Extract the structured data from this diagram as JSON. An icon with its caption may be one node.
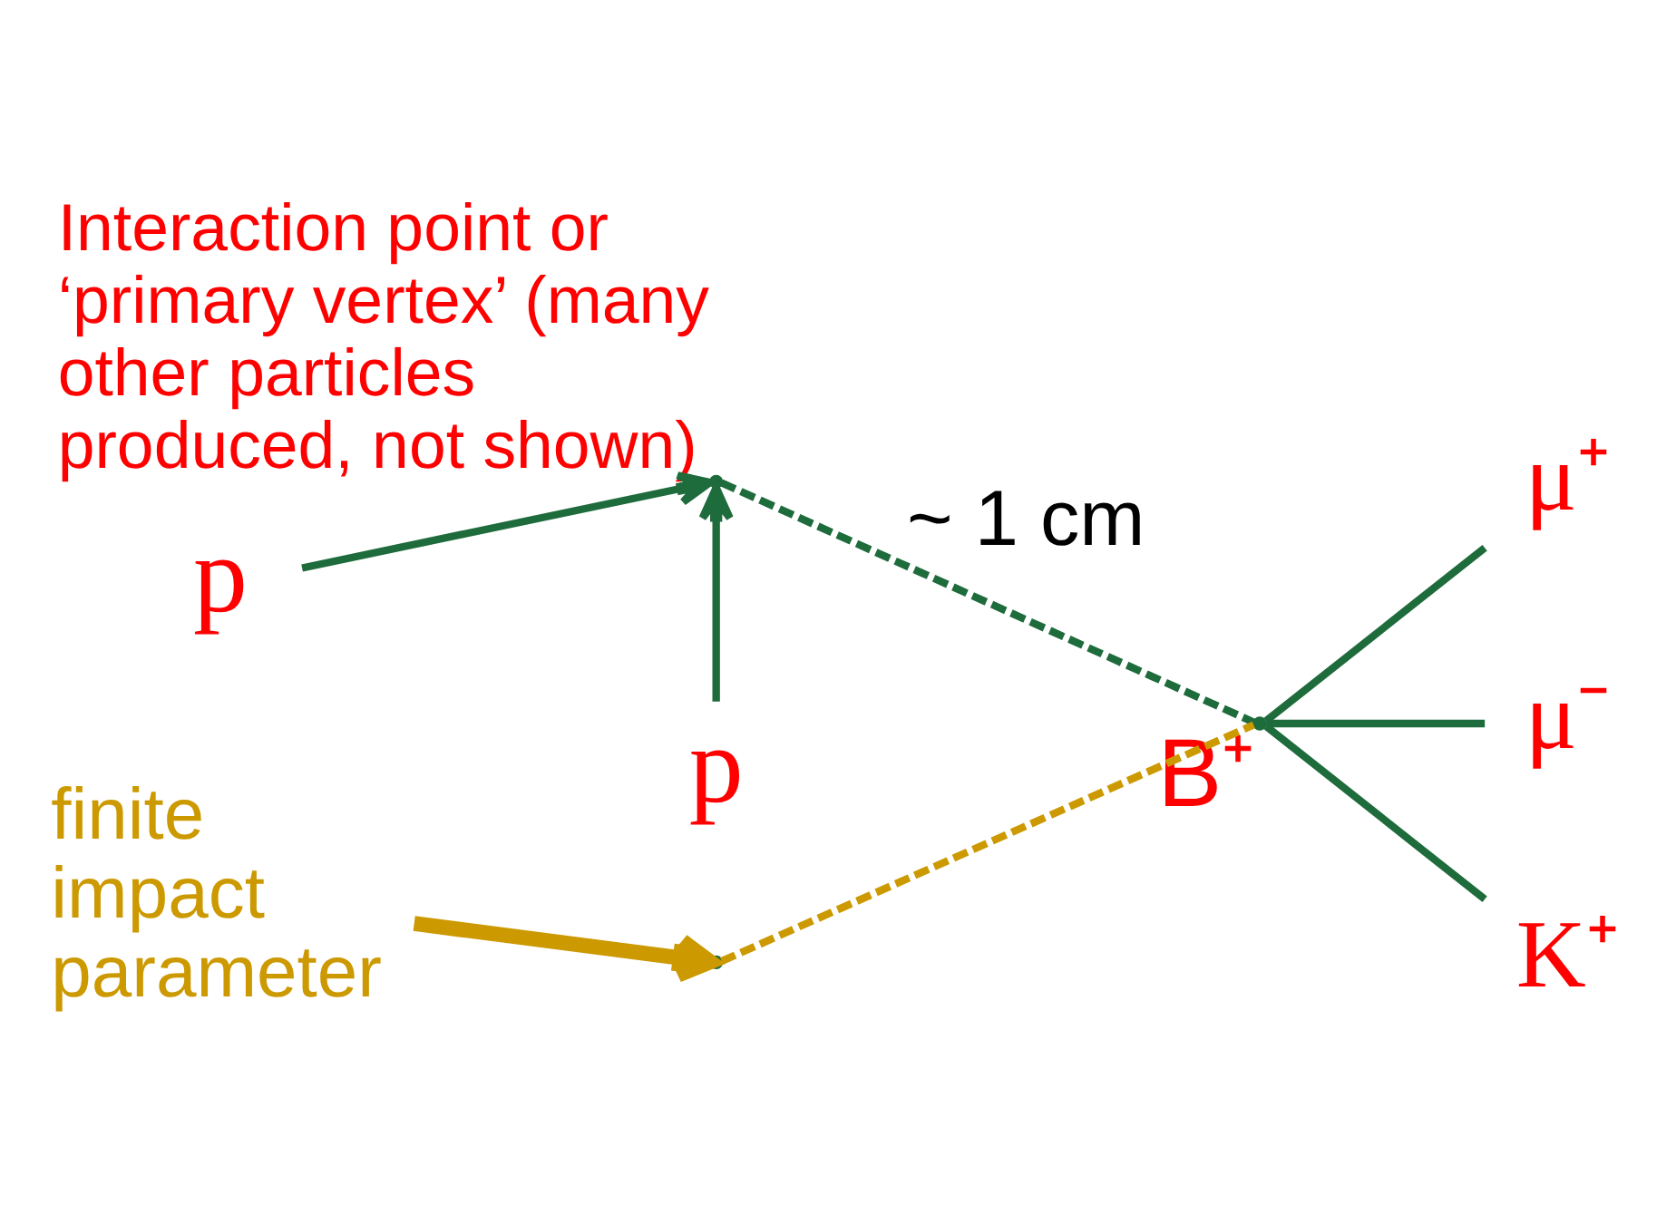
{
  "diagram": {
    "nodes": [
      {
        "text": [
          "p"
        ]
      },
      {
        "text": [],
        "shape": "point",
        "beside": [
          "Interaction point or ‘primary vertex’ (many other particles produced, not shown)"
        ]
      },
      {
        "text": [
          "p"
        ]
      },
      {
        "text": [],
        "shape": "point"
      },
      {
        "text": [],
        "shape": "point",
        "beside": [
          "B⁺"
        ]
      },
      {
        "text": [
          "μ⁺"
        ]
      },
      {
        "text": [
          "μ⁻"
        ]
      },
      {
        "text": [
          "K⁺"
        ]
      },
      {
        "text": [
          "finite impact parameter"
        ]
      }
    ],
    "edges": [
      {
        "from": 0,
        "to": 1,
        "arrow": "to"
      },
      {
        "from": 2,
        "to": 1,
        "arrow": "to"
      },
      {
        "from": 1,
        "to": 4,
        "arrow": "none",
        "style": "dashed",
        "label": "~ 1 cm"
      },
      {
        "from": 4,
        "to": 5,
        "arrow": "none"
      },
      {
        "from": 4,
        "to": 6,
        "arrow": "none"
      },
      {
        "from": 4,
        "to": 7,
        "arrow": "none"
      },
      {
        "from": 3,
        "to": 4,
        "arrow": "none",
        "style": "dashed",
        "color": "#cc9900"
      },
      {
        "from": 8,
        "to": 3,
        "arrow": "to",
        "style": "thick",
        "color": "#cc9900"
      }
    ]
  }
}
